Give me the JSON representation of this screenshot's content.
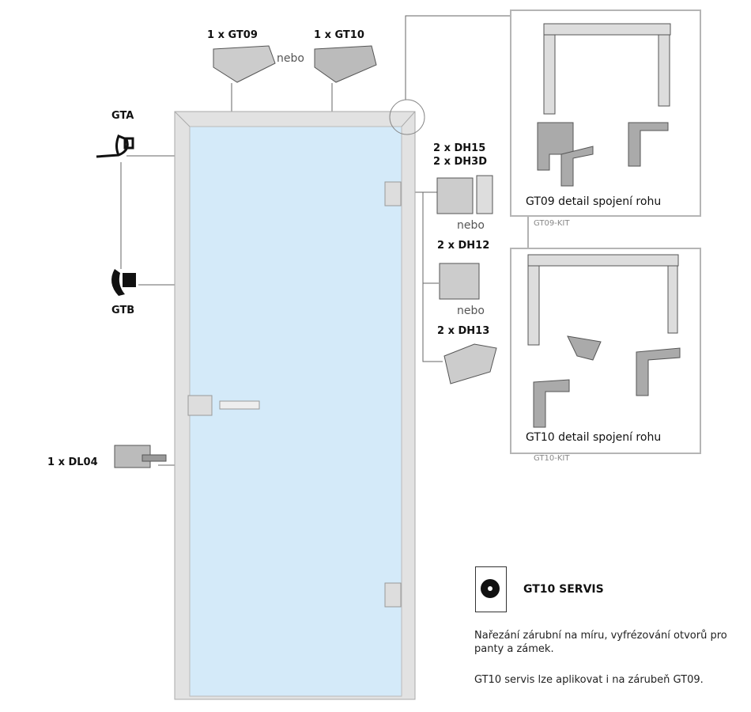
{
  "top": {
    "gt09": "1 x GT09",
    "gt10": "1 x GT10",
    "nebo": "nebo"
  },
  "left": {
    "gta": "GTA",
    "gtb": "GTB",
    "dl04": "1 x DL04"
  },
  "hinges": {
    "dh15": "2 x DH15",
    "dh3d": "2 x DH3D",
    "nebo1": "nebo",
    "dh12": "2 x DH12",
    "nebo2": "nebo",
    "dh13": "2 x DH13"
  },
  "details": [
    {
      "caption": "GT09 detail spojení rohu",
      "kit": "GT09-KIT"
    },
    {
      "caption": "GT10 detail spojení rohu",
      "kit": "GT10-KIT"
    }
  ],
  "servis": {
    "title": "GT10 SERVIS",
    "p1": "Nařezání zárubní na míru, vyfrézování otvorů pro panty a zámek.",
    "p2": "GT10 servis lze aplikovat i na zárubeň GT09."
  },
  "colors": {
    "glass": "#d4eaf9",
    "frame": "#e2e2e2"
  }
}
